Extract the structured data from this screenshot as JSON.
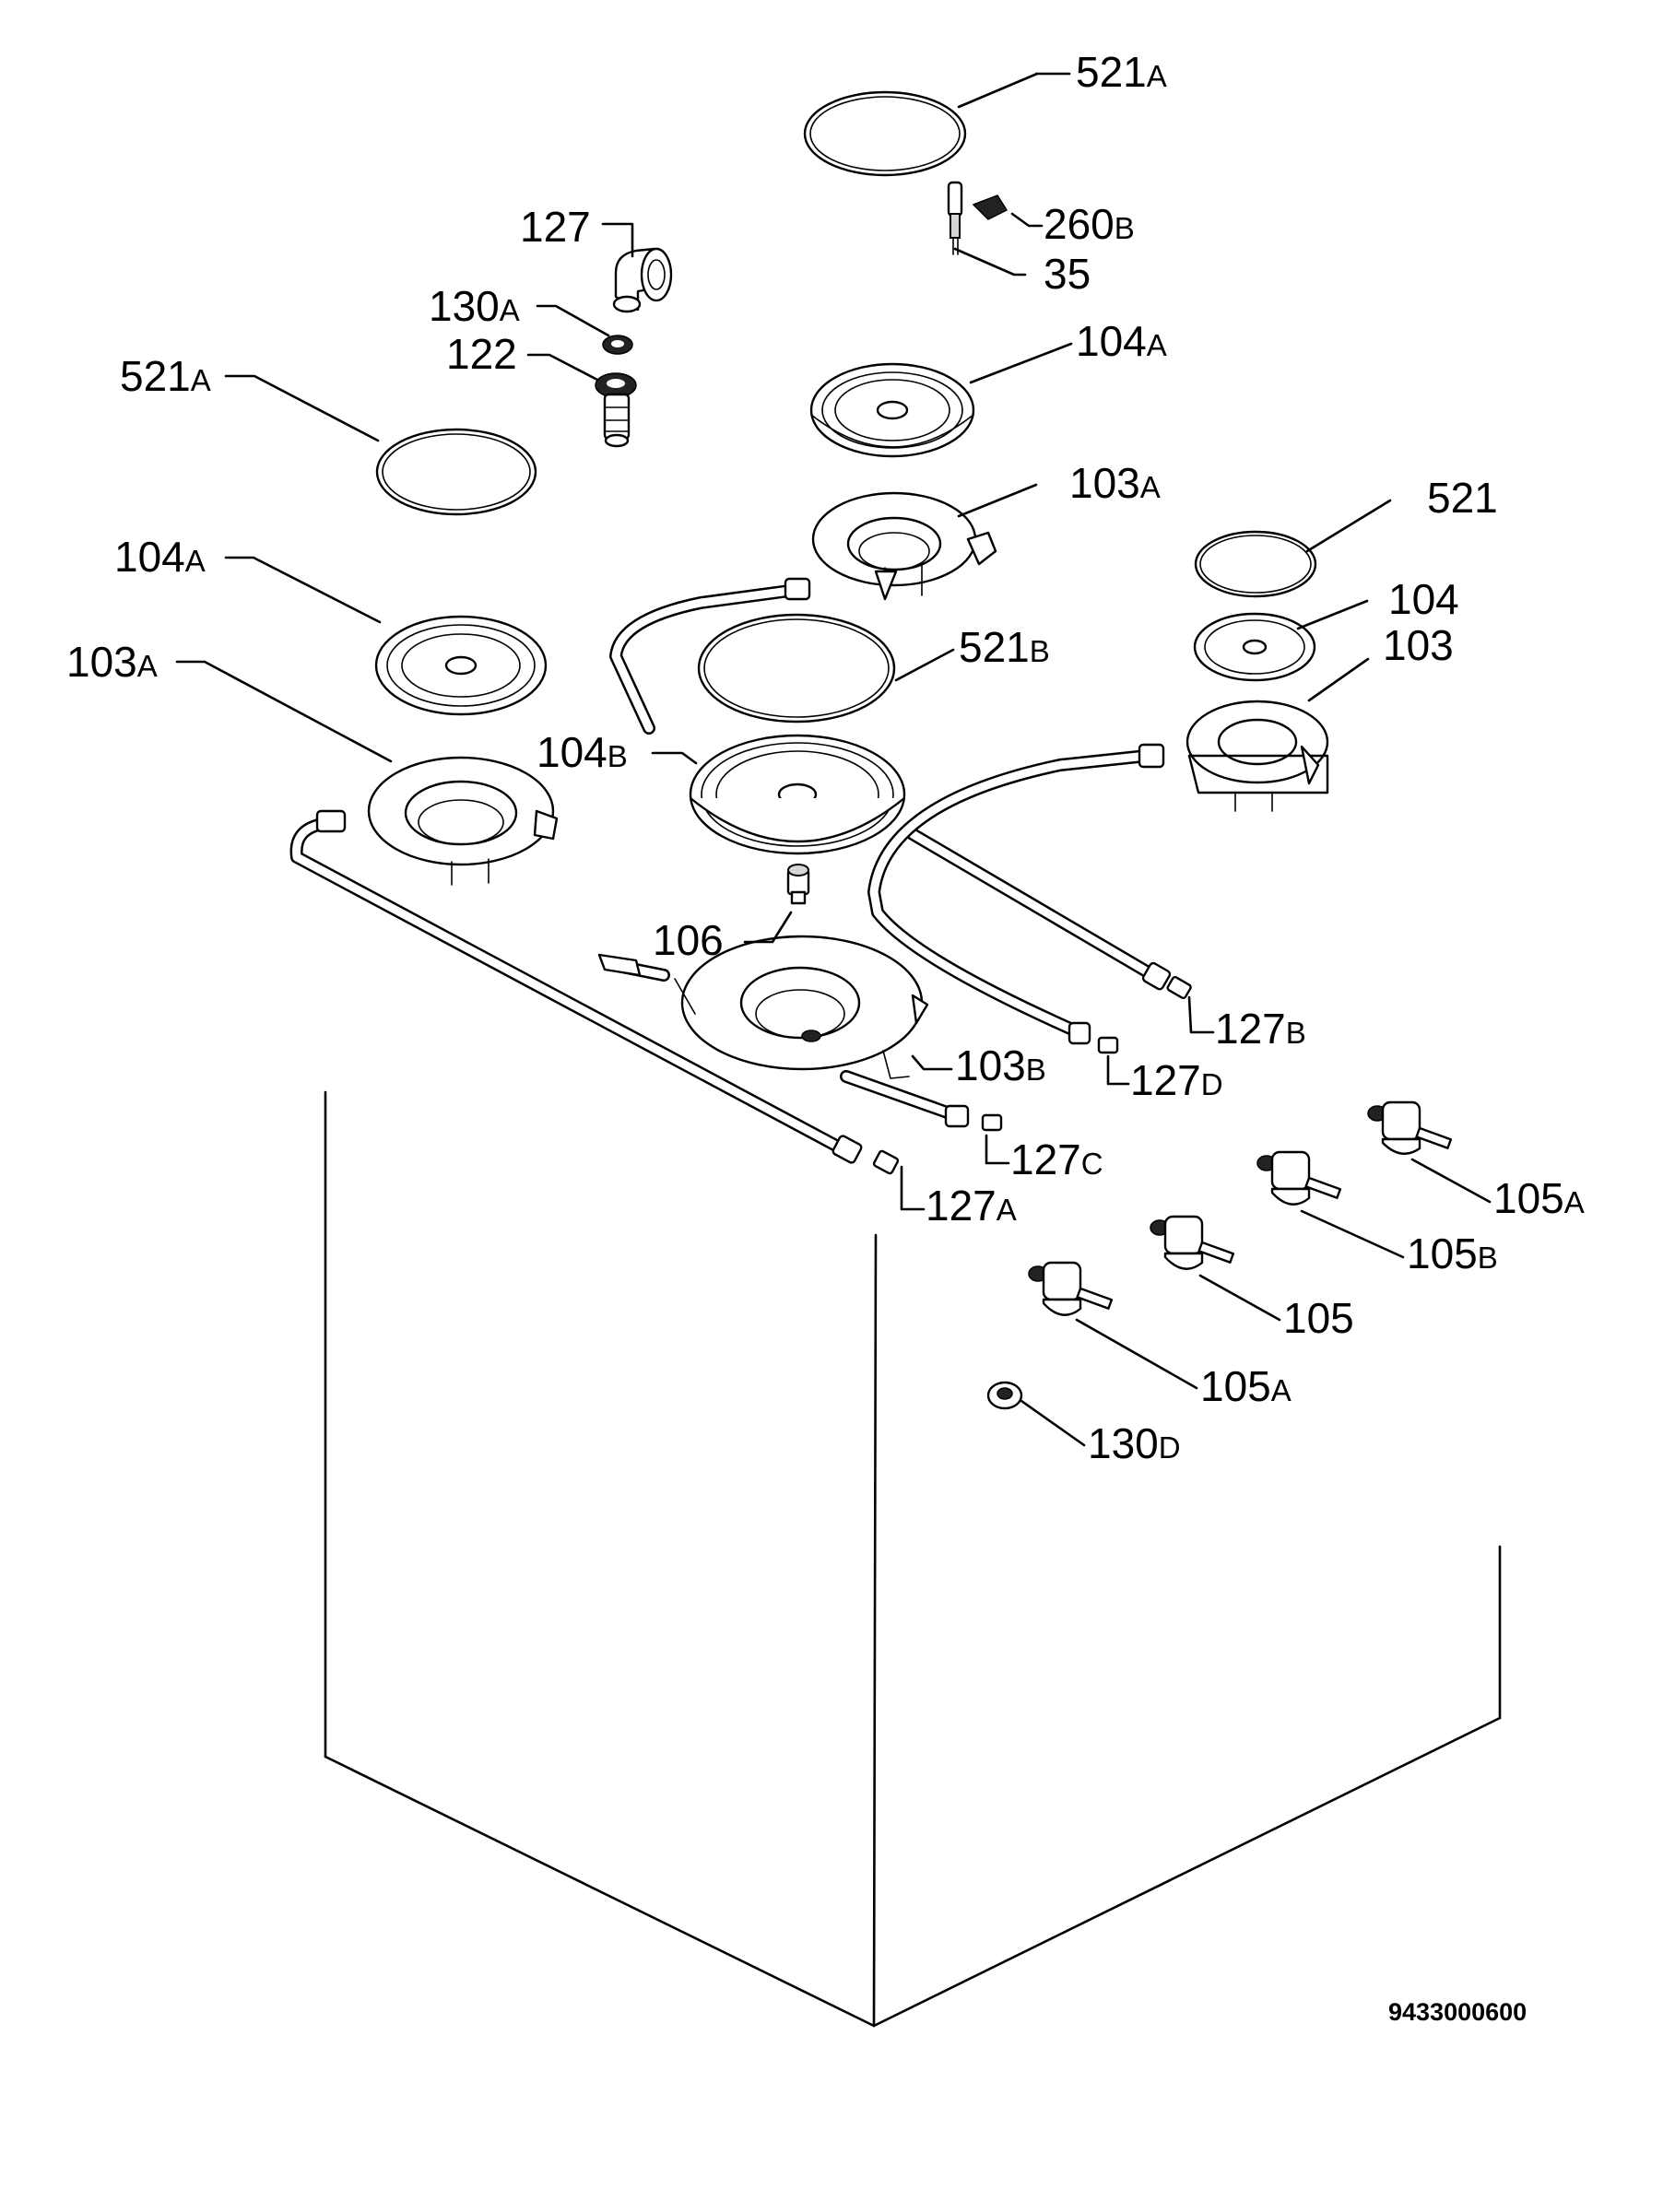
{
  "diagram": {
    "drawing_code": "9433000600",
    "labels": {
      "l521A_top": {
        "num": "521",
        "suf": "A"
      },
      "l260B": {
        "num": "260",
        "suf": "B"
      },
      "l35": {
        "num": "35",
        "suf": ""
      },
      "l127": {
        "num": "127",
        "suf": ""
      },
      "l130A": {
        "num": "130",
        "suf": "A"
      },
      "l122": {
        "num": "122",
        "suf": ""
      },
      "l521A_left": {
        "num": "521",
        "suf": "A"
      },
      "l104A_right": {
        "num": "104",
        "suf": "A"
      },
      "l103A_right": {
        "num": "103",
        "suf": "A"
      },
      "l521": {
        "num": "521",
        "suf": ""
      },
      "l104A_left": {
        "num": "104",
        "suf": "A"
      },
      "l104": {
        "num": "104",
        "suf": ""
      },
      "l103A_left": {
        "num": "103",
        "suf": "A"
      },
      "l521B": {
        "num": "521",
        "suf": "B"
      },
      "l103": {
        "num": "103",
        "suf": ""
      },
      "l104B": {
        "num": "104",
        "suf": "B"
      },
      "l106": {
        "num": "106",
        "suf": ""
      },
      "l127B": {
        "num": "127",
        "suf": "B"
      },
      "l103B": {
        "num": "103",
        "suf": "B"
      },
      "l127D": {
        "num": "127",
        "suf": "D"
      },
      "l127C": {
        "num": "127",
        "suf": "C"
      },
      "l127A": {
        "num": "127",
        "suf": "A"
      },
      "l105A_right": {
        "num": "105",
        "suf": "A"
      },
      "l105B": {
        "num": "105",
        "suf": "B"
      },
      "l105": {
        "num": "105",
        "suf": ""
      },
      "l105A_low": {
        "num": "105",
        "suf": "A"
      },
      "l130D": {
        "num": "130",
        "suf": "D"
      }
    }
  }
}
